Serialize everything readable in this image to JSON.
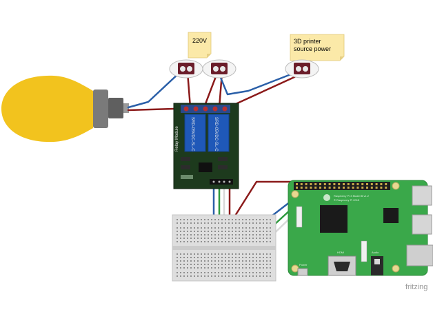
{
  "notes": {
    "mains_label": "220V",
    "printer_power_label_line1": "3D printer",
    "printer_power_label_line2": "source power"
  },
  "relay": {
    "relay1_text": "SRD-05VDC-SL-C",
    "relay2_text": "SRD-05VDC-SL-C",
    "module_text": "Relay Module"
  },
  "raspberry_pi": {
    "model_text": "Raspberry Pi 3 Model B v1.2",
    "copyright_text": "© Raspberry Pi 2015",
    "port_power": "Power",
    "port_hdmi": "HDMI",
    "port_audio": "Audio"
  },
  "watermark": "fritzing",
  "colors": {
    "wire_red": "#8b1a1a",
    "wire_blue": "#2a5fa8",
    "wire_green": "#2e9a3e",
    "relay_board": "#1d3a1d",
    "relay_blue": "#1f58b8",
    "pi_board": "#3aa84a",
    "bulb_yellow": "#f2c31e",
    "note_yellow": "#fbe9a8"
  }
}
